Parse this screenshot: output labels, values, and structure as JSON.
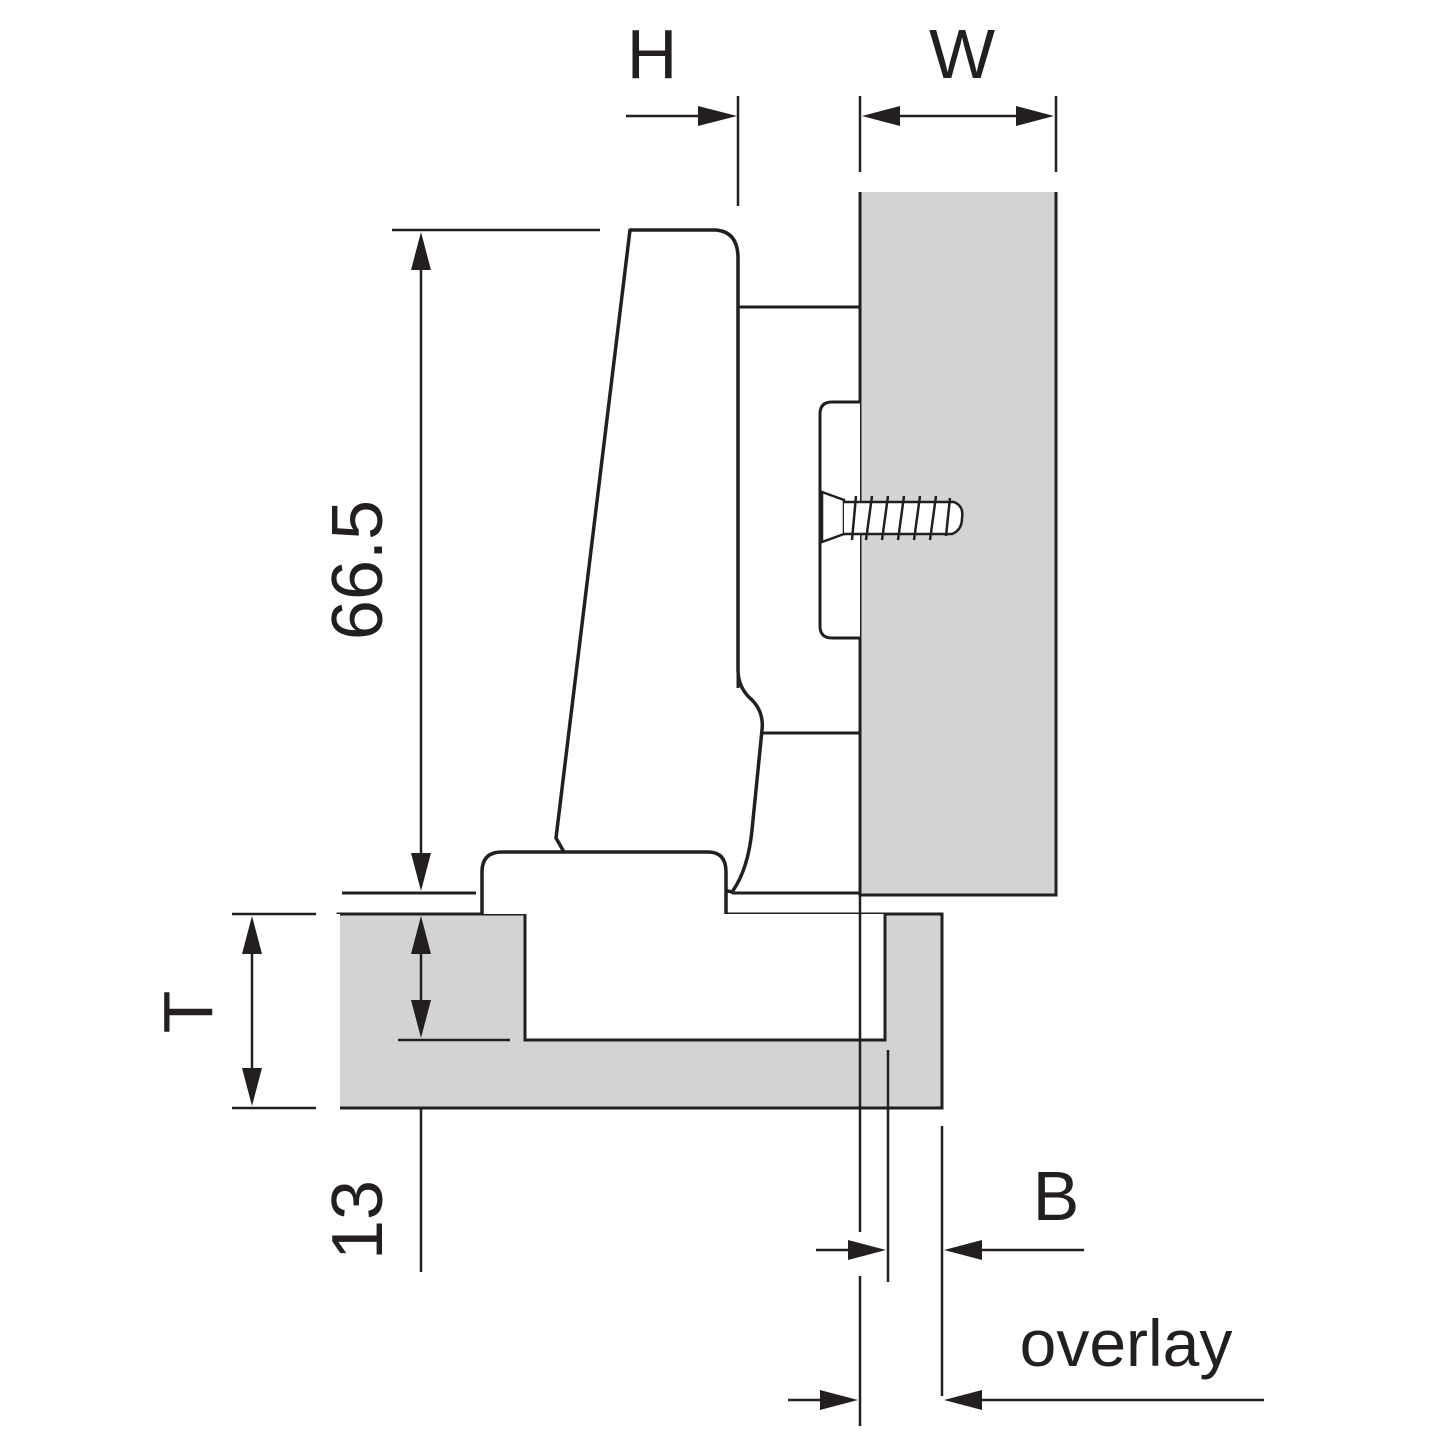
{
  "labels": {
    "h": "H",
    "w": "W",
    "height_dim": "66.5",
    "t": "T",
    "depth_dim": "13",
    "b": "B",
    "overlay": "overlay"
  },
  "colors": {
    "panel_fill": "#d1d3d4",
    "line": "#231f20",
    "background": "#ffffff"
  }
}
